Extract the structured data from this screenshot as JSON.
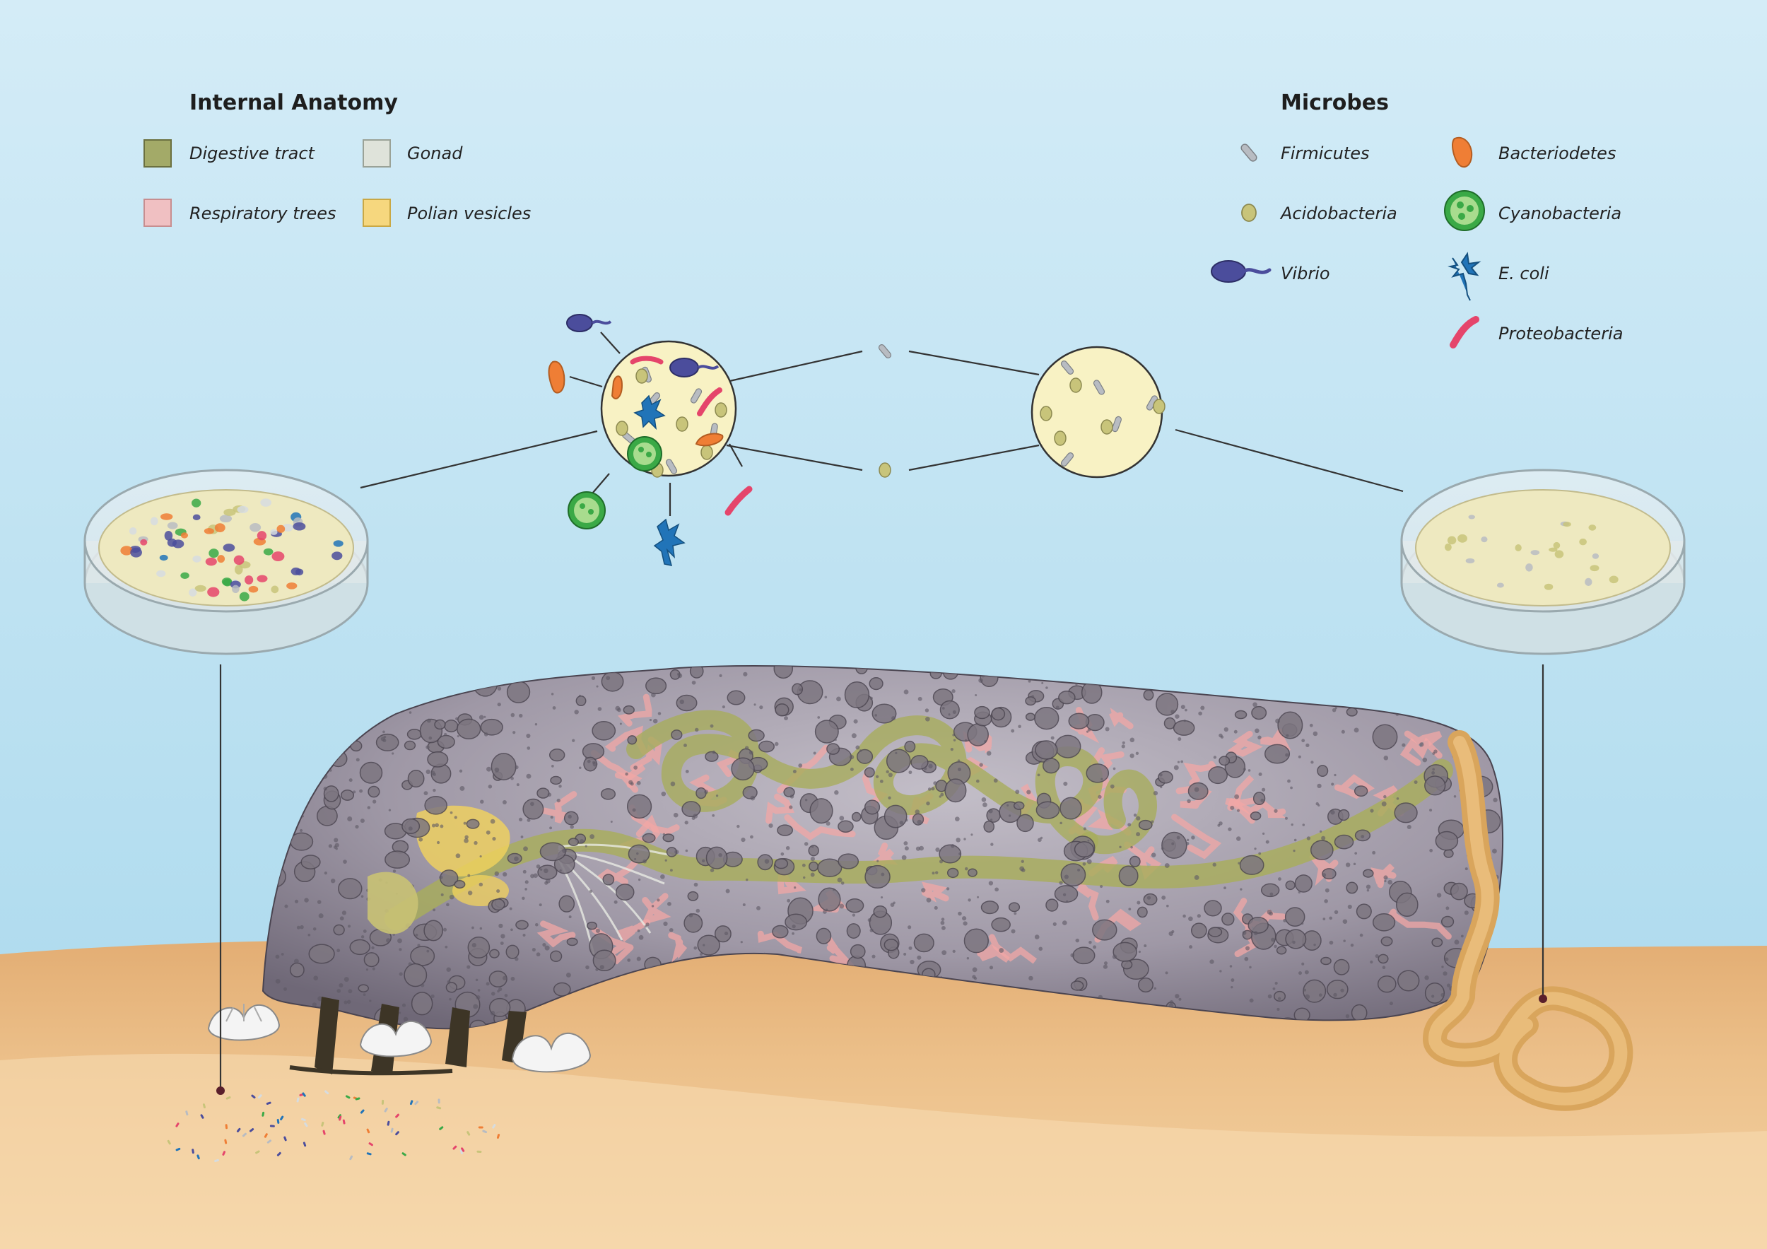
{
  "anatomy_legend": {
    "title": "Internal Anatomy",
    "items": [
      {
        "label": "Digestive tract",
        "color": "#a3aa68"
      },
      {
        "label": "Gonad",
        "color": "#dfe3da"
      },
      {
        "label": "Respiratory trees",
        "color": "#f0c0c2"
      },
      {
        "label": "Polian vesicles",
        "color": "#f6d77e"
      }
    ]
  },
  "microbes_legend": {
    "title": "Microbes",
    "items": [
      {
        "label": "Firmicutes",
        "icon": "firmicutes-icon",
        "color": "#b8bcc2"
      },
      {
        "label": "Bacteriodetes",
        "icon": "bacteriodetes-icon",
        "color": "#ef7e35"
      },
      {
        "label": "Acidobacteria",
        "icon": "acidobacteria-icon",
        "color": "#c8c47a"
      },
      {
        "label": "Cyanobacteria",
        "icon": "cyanobacteria-icon",
        "color": "#3aa946"
      },
      {
        "label": "Vibrio",
        "icon": "vibrio-icon",
        "color": "#4b4d9c"
      },
      {
        "label": "E. coli",
        "icon": "ecoli-icon",
        "color": "#2174b8"
      },
      {
        "label": "Proteobacteria",
        "icon": "proteobacteria-icon",
        "color": "#e5456b"
      }
    ]
  },
  "colors": {
    "sky_top": "#d4ecf7",
    "sky_bottom": "#a9d8ec",
    "sand": "#e9bb84",
    "body": "#a7a1ad",
    "spots": "#7d7680",
    "culture_medium": "#f7f2c8"
  }
}
